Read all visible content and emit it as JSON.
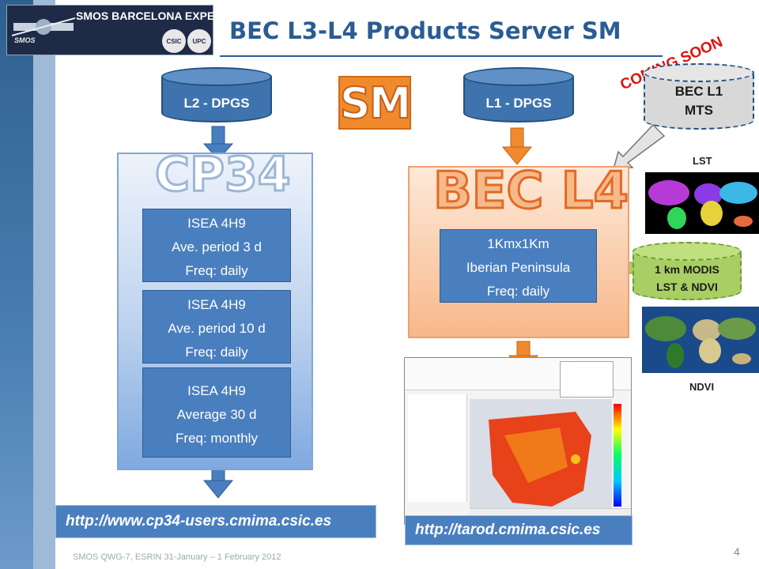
{
  "header": {
    "logo_text": "SMOS BARCELONA EXPERT CENTRE",
    "logo_tag": "SMOS",
    "logo_seals": [
      "CSIC",
      "UPC"
    ],
    "title": "BEC L3-L4 Products Server SM"
  },
  "sources": {
    "l2": "L2 - DPGS",
    "l1": "L1 - DPGS",
    "bec_l1_line1": "BEC L1",
    "bec_l1_line2": "MTS",
    "modis_line1": "1 km MODIS",
    "modis_line2": "LST & NDVI"
  },
  "sm_label": "SM",
  "coming_soon": "COMING SOON",
  "cp34": {
    "title": "CP34",
    "boxes": [
      {
        "l1": "ISEA 4H9",
        "l2": "Ave. period 3 d",
        "l3": "Freq: daily"
      },
      {
        "l1": "ISEA 4H9",
        "l2": "Ave. period 10 d",
        "l3": "Freq: daily"
      },
      {
        "l1": "ISEA 4H9",
        "l2": "Average 30 d",
        "l3": "Freq: monthly"
      }
    ],
    "link": "http://www.cp34-users.cmima.csic.es"
  },
  "becl4": {
    "title": "BEC L4",
    "box": {
      "l1": "1Kmx1Km",
      "l2": "Iberian Peninsula",
      "l3": "Freq: daily"
    },
    "link": "http://tarod.cmima.csic.es"
  },
  "images": {
    "lst_label": "LST",
    "ndvi_label": "NDVI"
  },
  "footer": "SMOS QWG-7, ESRIN 31-January – 1 February 2012",
  "page_number": "4",
  "colors": {
    "accent_blue": "#4a7fbf",
    "title_blue": "#2b5c93",
    "orange": "#f08a2c",
    "coming_soon_red": "#e01010",
    "modis_green": "#a7cf63"
  }
}
